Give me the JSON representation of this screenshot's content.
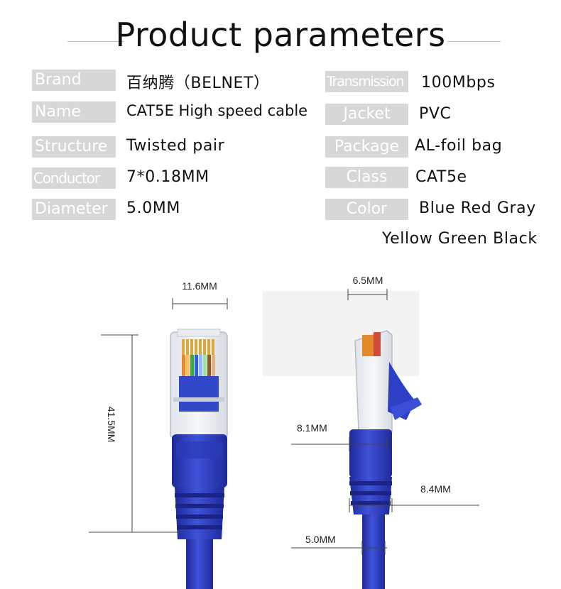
{
  "title": "Product parameters",
  "specs_left": [
    {
      "label": "Brand",
      "value": "百纳腾（BELNET）"
    },
    {
      "label": "Name",
      "value": "CAT5E High speed cable"
    },
    {
      "label": "Structure",
      "value": "Twisted pair"
    },
    {
      "label": "Conductor",
      "value": "7*0.18MM"
    },
    {
      "label": "Diameter",
      "value": "5.0MM"
    }
  ],
  "specs_right": [
    {
      "label": "Transmission",
      "value": "100Mbps"
    },
    {
      "label": "Jacket",
      "value": "PVC"
    },
    {
      "label": "Package",
      "value": "AL-foil bag"
    },
    {
      "label": "Class",
      "value": "CAT5e"
    },
    {
      "label": "Color",
      "value": "Blue Red Gray",
      "value_line2": "Yellow Green Black"
    }
  ],
  "dimensions": {
    "front_width": "11.6MM",
    "length": "41.5MM",
    "side_width": "6.5MM",
    "boot_width": "8.1MM",
    "boot_max": "8.4MM",
    "cable_diameter": "5.0MM"
  },
  "colors": {
    "label_bg": "#d7d7d7",
    "cable_blue": "#2f40c8",
    "cable_dark": "#1e2a9a",
    "clip_orange": "#e58a2a"
  }
}
